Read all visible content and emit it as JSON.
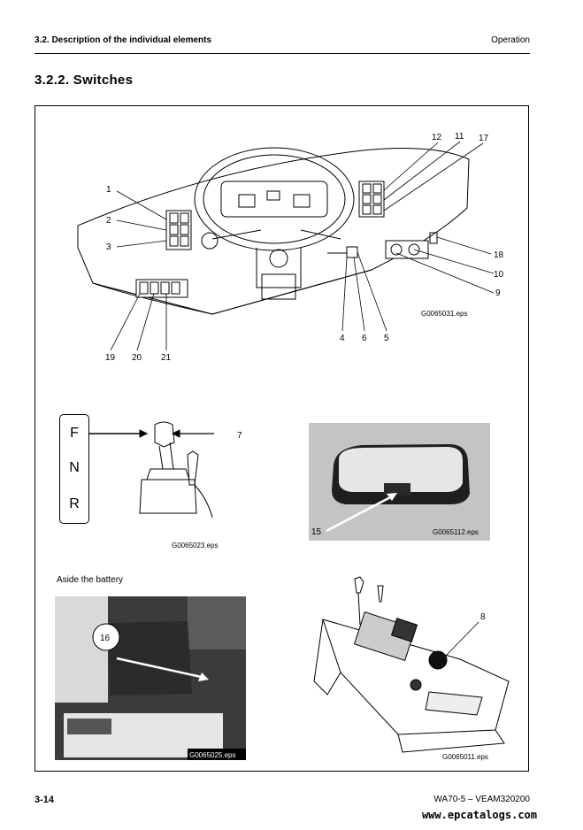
{
  "header": {
    "section": "3.2.  Description of the individual elements",
    "chapter": "Operation"
  },
  "title": "3.2.2.   Switches",
  "dashboard": {
    "callouts": [
      "1",
      "2",
      "3",
      "12",
      "11",
      "17",
      "18",
      "10",
      "9",
      "4",
      "6",
      "5",
      "19",
      "20",
      "21"
    ],
    "caption": "G0065031.eps"
  },
  "lever": {
    "positions": [
      "F",
      "N",
      "R"
    ],
    "callout": "7",
    "caption": "G0065023.eps"
  },
  "lamp_photo": {
    "callout": "15",
    "caption": "G0065112.eps"
  },
  "battery": {
    "label": "Aside the battery",
    "callout": "16",
    "caption": "G0065025.eps"
  },
  "console": {
    "callout": "8",
    "caption": "G0065011.eps"
  },
  "footer": {
    "page": "3-14",
    "doc": "WA70-5 – VEAM320200"
  },
  "watermark": "www.epcatalogs.com"
}
